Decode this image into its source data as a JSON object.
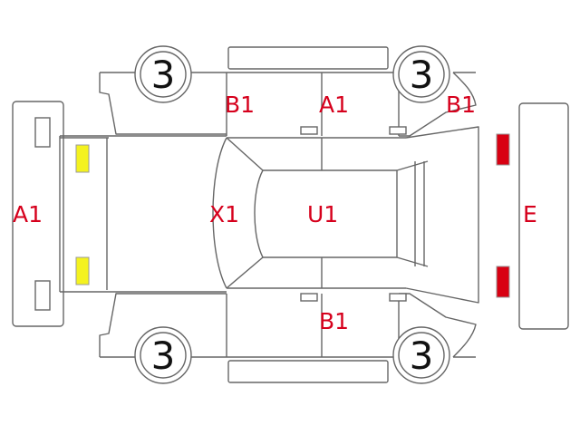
{
  "colors": {
    "outline": "#666666",
    "code_text": "#d6001c",
    "front_light": "#f4f21f",
    "rear_light": "#d80012"
  },
  "wheels": {
    "front_left": "3",
    "front_right": "3",
    "rear_left": "3",
    "rear_right": "3"
  },
  "codes": {
    "front_bumper": "A1",
    "hood": "X1",
    "roof": "U1",
    "rear_bumper": "E",
    "upper_front_fender": "B1",
    "upper_rear_door": "A1",
    "upper_rear_fender": "B1",
    "lower_rear_door": "B1"
  }
}
